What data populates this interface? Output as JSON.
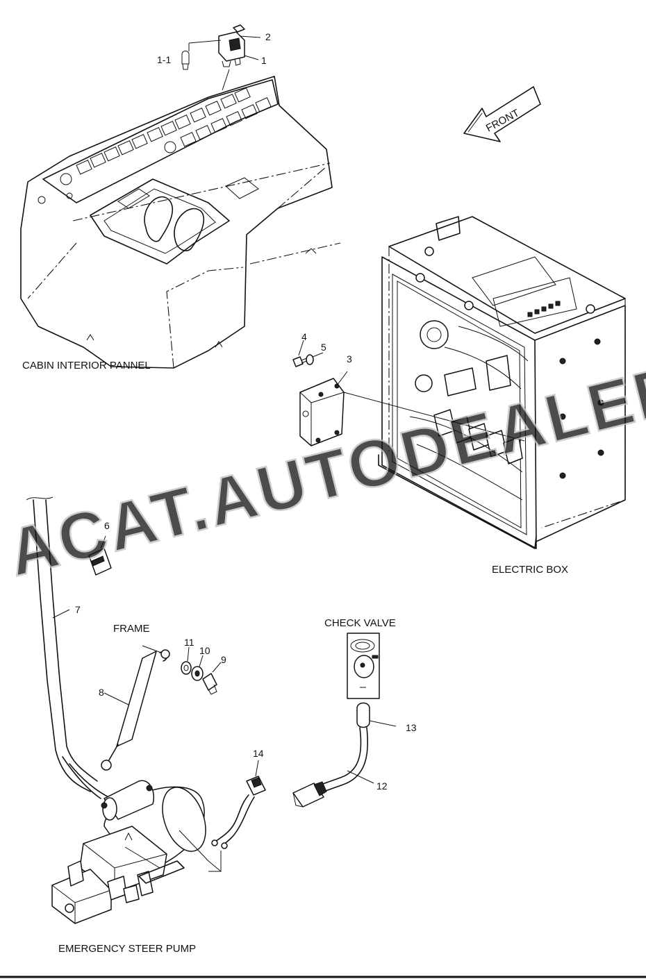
{
  "labels": {
    "cabin": "CABIN INTERIOR PANNEL",
    "electric_box": "ELECTRIC BOX",
    "frame": "FRAME",
    "check_valve": "CHECK VALVE",
    "pump": "EMERGENCY STEER PUMP",
    "front": "FRONT"
  },
  "parts": {
    "p1": "1",
    "p1_1": "1-1",
    "p2": "2",
    "p3": "3",
    "p4": "4",
    "p5": "5",
    "p6": "6",
    "p7": "7",
    "p8": "8",
    "p9": "9",
    "p10": "10",
    "p11": "11",
    "p12": "12",
    "p13": "13",
    "p14": "14"
  },
  "watermark": "ACAT.AUTODEALER.RU",
  "colors": {
    "line": "#111111",
    "background": "#ffffff",
    "watermark": "#bdbdbd"
  }
}
